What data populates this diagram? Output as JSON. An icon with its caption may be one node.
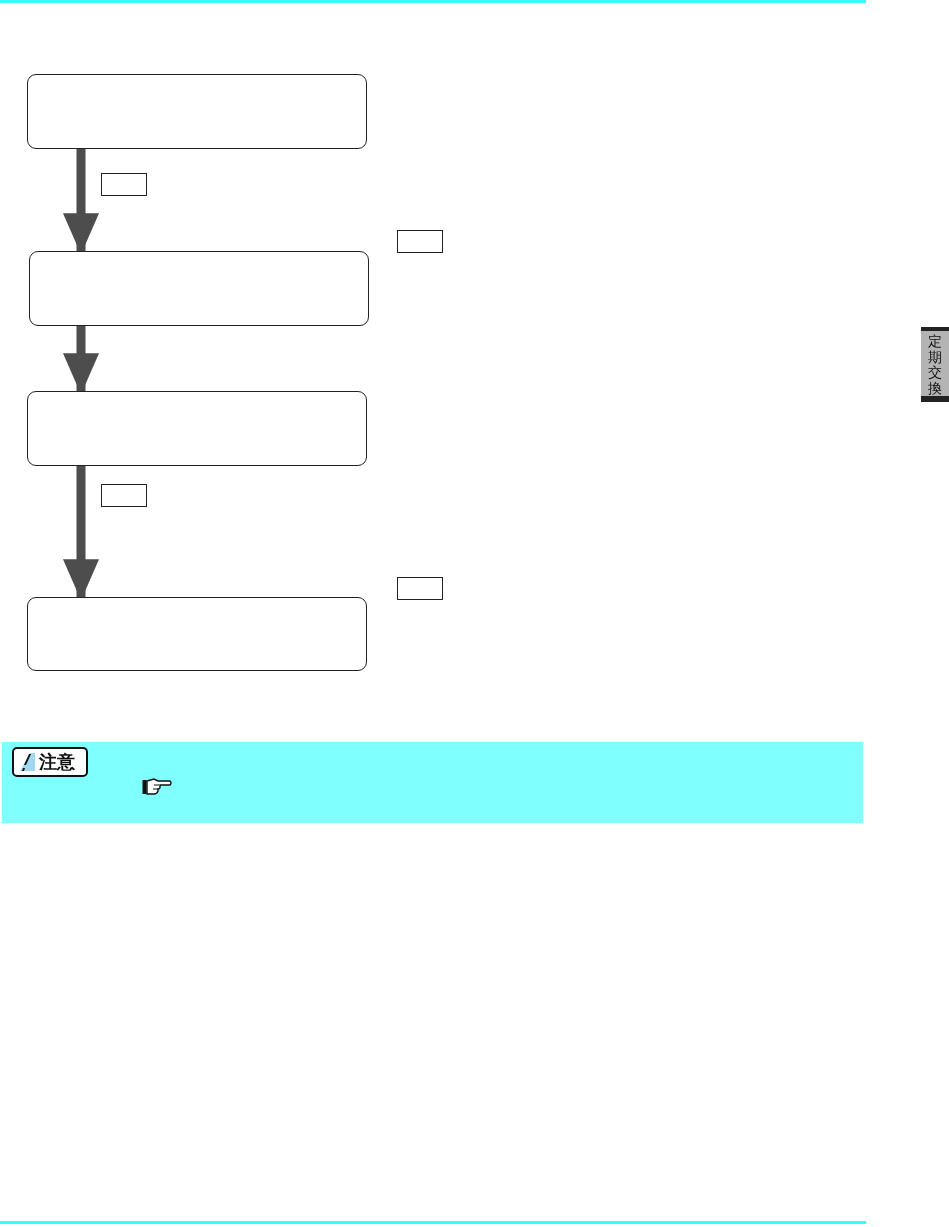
{
  "diagram": {
    "nodes": [
      {
        "text": [],
        "shape": "box"
      },
      {
        "text": [],
        "shape": "box"
      },
      {
        "text": [
          "定期交換"
        ]
      },
      {
        "text": [],
        "shape": "box"
      },
      {
        "text": [],
        "shape": "box"
      },
      {
        "text": [
          "注意"
        ]
      }
    ],
    "edges": [
      {
        "from": 0,
        "to": 1,
        "arrow": "to"
      },
      {
        "from": 1,
        "to": 3,
        "arrow": "to"
      },
      {
        "from": 3,
        "to": 4,
        "arrow": "to"
      }
    ]
  }
}
